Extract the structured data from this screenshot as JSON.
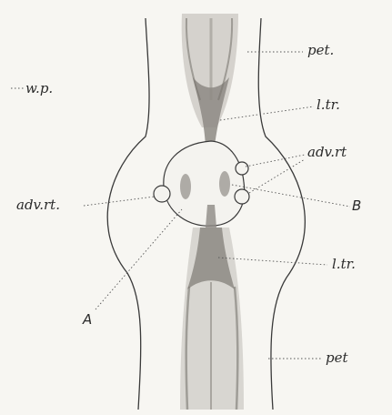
{
  "labels": {
    "pet_top": "pet.",
    "wp": "w.p.",
    "ltr_top": "l.tr.",
    "advrt_right": "adv.rt",
    "advrt_left": "adv.rt.",
    "b": "B",
    "ltr_bottom": "l.tr.",
    "a": "A",
    "pet_bottom": "pet"
  },
  "colors": {
    "ink": "#2a2a2a",
    "tissue": "#8d8984",
    "paper": "#f7f6f2"
  }
}
